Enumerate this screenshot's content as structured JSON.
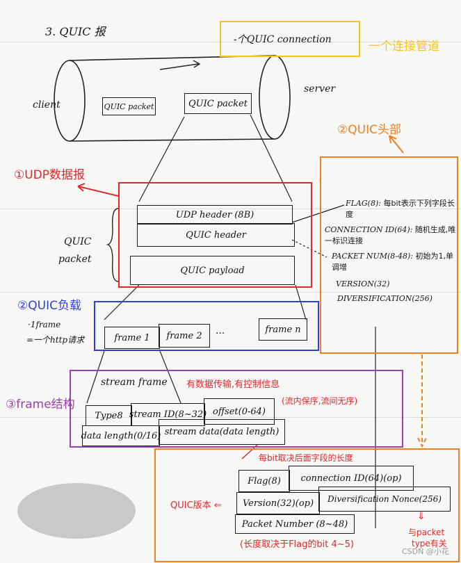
{
  "title": "3. QUIC 报",
  "connection": {
    "label": "-个QUIC connection",
    "annotation": "一个连接管道",
    "color": "#f5c518"
  },
  "pipe": {
    "client": "client",
    "server": "server",
    "packet_left": "QUIC packet",
    "packet_right": "QUIC packet"
  },
  "quic_header_label": {
    "text": "②QUIC头部",
    "color": "#f07f22"
  },
  "udp_label": {
    "text": "①UDP数据报",
    "color": "#e0282d"
  },
  "packet": {
    "side_label_1": "QUIC",
    "side_label_2": "packet",
    "rows": [
      "UDP header (8B)",
      "QUIC header",
      "QUIC payload"
    ]
  },
  "header_fields": [
    {
      "name": "FLAG(8):",
      "note": "每bit表示下列字段长度"
    },
    {
      "name": "CONNECTION ID(64):",
      "note": "随机生成,唯一标识连接"
    },
    {
      "name": "PACKET NUM(8-48):",
      "note": "初始为1,单调增"
    },
    {
      "name": "VERSION(32)",
      "note": ""
    },
    {
      "name": "DIVERSIFICATION(256)",
      "note": ""
    }
  ],
  "payload_label": {
    "text": "②QUIC负载",
    "color": "#2f3fd6"
  },
  "frames": {
    "side_1": "·1frame",
    "side_2": "=一个http请求",
    "items": [
      "frame 1",
      "frame 2",
      "...",
      "frame n"
    ]
  },
  "frame_struct_label": {
    "text": "③frame结构",
    "color": "#9b3fb0"
  },
  "stream_frame": {
    "title": "stream frame",
    "note_1": "有数据传输,有控制信息",
    "note_2": "(流内保序,流间无序)",
    "row1": [
      "Type8",
      "stream ID(8~32)",
      "offset(0-64)"
    ],
    "row2": [
      "data length(0/16)",
      "stream data(data length)"
    ]
  },
  "header_detail": {
    "top_note": "每bit取决后面字段的长度",
    "row1": [
      "Flag(8)",
      "connection ID(64)(op)"
    ],
    "row2": [
      "Version(32)(op)",
      "Diversification Nonce(256)"
    ],
    "row3": [
      "Packet Number (8~48)"
    ],
    "left_note": "QUIC版本 ⇐",
    "bottom_note": "(长度取决于Flag的bit 4~5)",
    "right_arrow": "⇓",
    "right_note_1": "与packet",
    "right_note_2": "type有关"
  },
  "watermark": "CSDN @小花"
}
